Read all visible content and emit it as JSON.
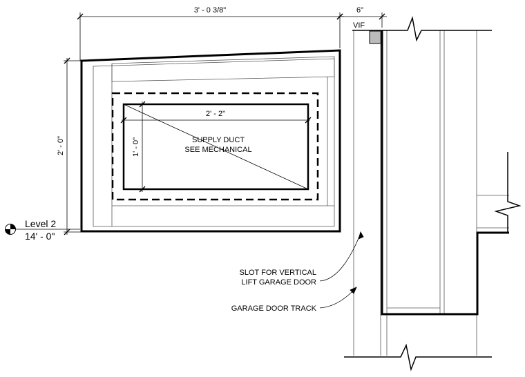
{
  "drawing": {
    "dim_width_overall": "3' - 0 3/8\"",
    "dim_wall_thickness": "6\"",
    "vif": "VIF",
    "dim_height_overall": "2' - 0\"",
    "dim_duct_width": "2' - 2\"",
    "dim_duct_height": "1' - 0\"",
    "duct_note_line1": "SUPPLY DUCT",
    "duct_note_line2": "SEE MECHANICAL",
    "level_name": "Level 2",
    "level_elevation": "14' - 0\"",
    "slot_note_line1": "SLOT FOR VERTICAL",
    "slot_note_line2": "LIFT GARAGE DOOR",
    "track_note": "GARAGE DOOR TRACK"
  }
}
